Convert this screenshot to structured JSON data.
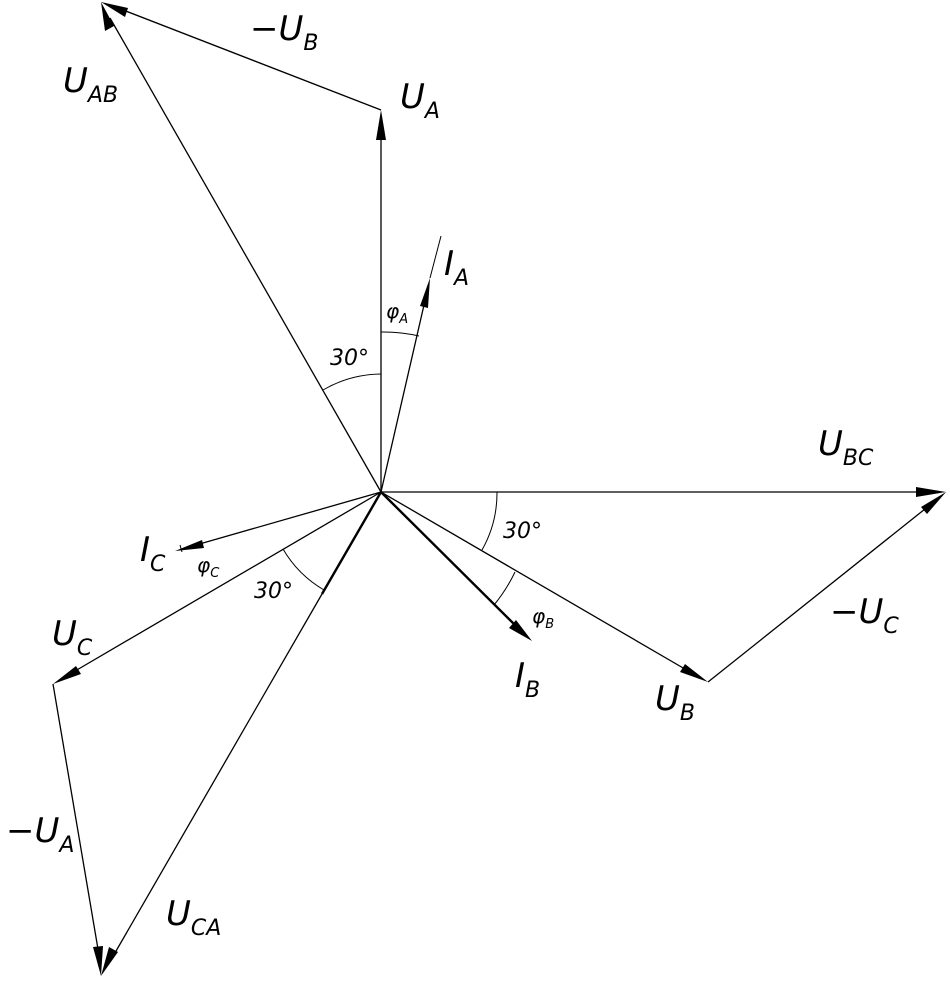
{
  "vector_labels": {
    "u_a": {
      "main": "U",
      "sub": "A"
    },
    "u_b": {
      "main": "U",
      "sub": "B"
    },
    "u_c": {
      "main": "U",
      "sub": "C"
    },
    "u_ab": {
      "main": "U",
      "sub": "AB"
    },
    "u_bc": {
      "main": "U",
      "sub": "BC"
    },
    "u_ca": {
      "main": "U",
      "sub": "CA"
    },
    "neg_u_a": {
      "main": "−U",
      "sub": "A"
    },
    "neg_u_b": {
      "main": "−U",
      "sub": "B"
    },
    "neg_u_c": {
      "main": "−U",
      "sub": "C"
    },
    "i_a": {
      "main": "I",
      "sub": "A"
    },
    "i_b": {
      "main": "I",
      "sub": "B"
    },
    "i_c": {
      "main": "I",
      "sub": "C"
    }
  },
  "angle_labels": {
    "phi_a": {
      "main": "φ",
      "sub": "A"
    },
    "phi_b": {
      "main": "φ",
      "sub": "B"
    },
    "phi_c": {
      "main": "φ",
      "sub": "C"
    },
    "thirty_ab": "30°",
    "thirty_bc": "30°",
    "thirty_ca": "30°"
  }
}
